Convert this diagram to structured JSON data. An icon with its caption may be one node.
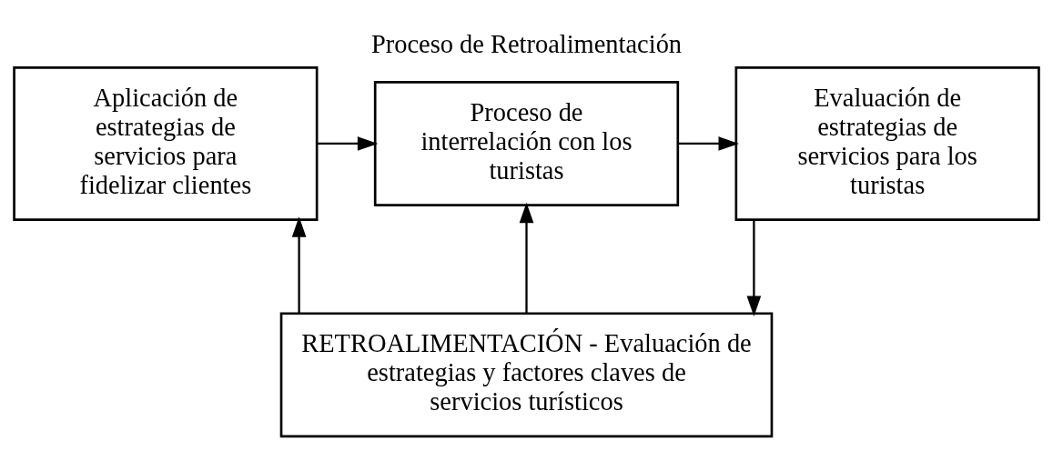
{
  "diagram": {
    "title": "Proceso de Retroalimentación",
    "nodes": [
      {
        "text": [
          "Aplicación de estrategias de servicios para fidelizar clientes"
        ]
      },
      {
        "text": [
          "Proceso de interrelación con los turistas"
        ]
      },
      {
        "text": [
          "Evaluación de estrategias de servicios para los turistas"
        ]
      },
      {
        "text": [
          "RETROALIMENTACIÓN - Evaluación de estrategias y factores claves de servicios turísticos"
        ]
      }
    ],
    "edges": [
      {
        "from": 0,
        "to": 1,
        "arrow": "to"
      },
      {
        "from": 1,
        "to": 2,
        "arrow": "to"
      },
      {
        "from": 2,
        "to": 3,
        "arrow": "to"
      },
      {
        "from": 3,
        "to": 0,
        "arrow": "to"
      },
      {
        "from": 3,
        "to": 1,
        "arrow": "to"
      }
    ]
  }
}
